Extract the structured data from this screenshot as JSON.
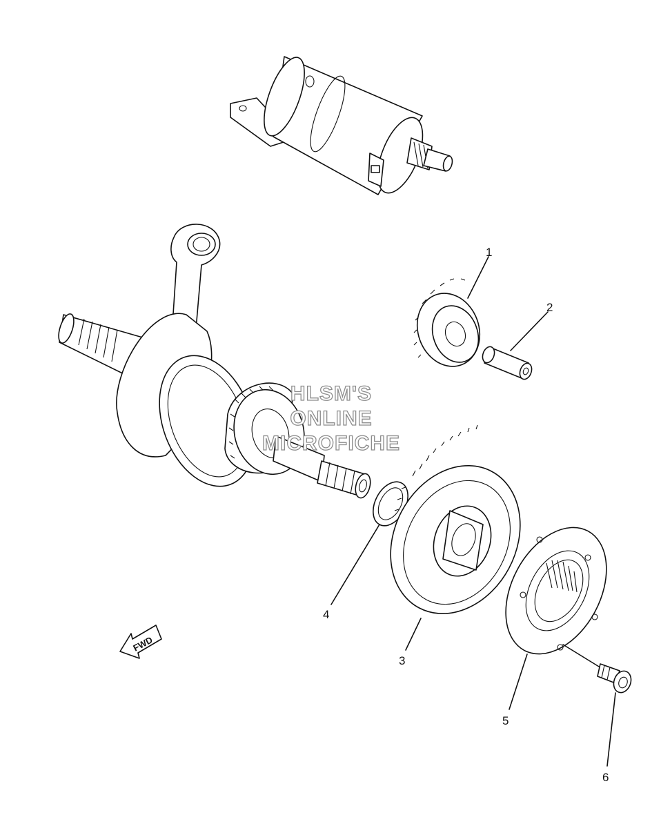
{
  "callouts": {
    "c1": "1",
    "c2": "2",
    "c3": "3",
    "c4": "4",
    "c5": "5",
    "c6": "6"
  },
  "watermark": {
    "line1": "HLSM'S",
    "line2": "ONLINE",
    "line3": "MICROFICHE"
  },
  "fwd_arrow": {
    "label": "FWD"
  }
}
